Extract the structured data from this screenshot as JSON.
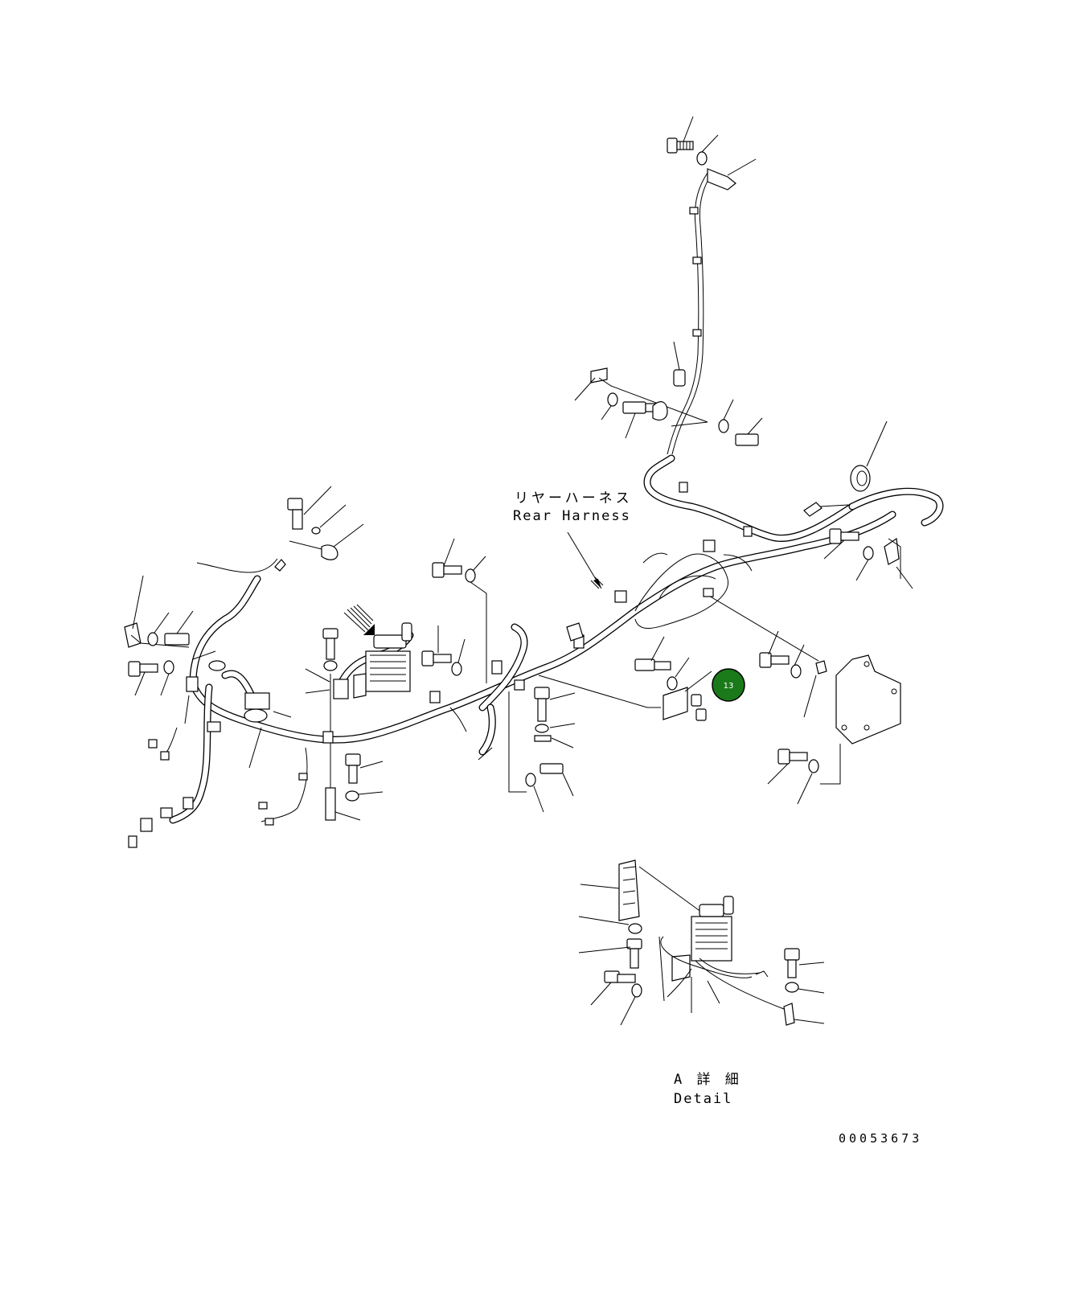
{
  "diagram": {
    "labels": {
      "rear_harness_jp": "リヤーハーネス",
      "rear_harness_en": "Rear Harness",
      "detail_title_jp": "A 詳 細",
      "detail_title_en": "Detail",
      "drawing_number": "00053673"
    },
    "callout": {
      "number": "13",
      "color": "#1a7a1a",
      "border_color": "#000000"
    },
    "colors": {
      "line": "#000000",
      "background": "#ffffff"
    }
  }
}
